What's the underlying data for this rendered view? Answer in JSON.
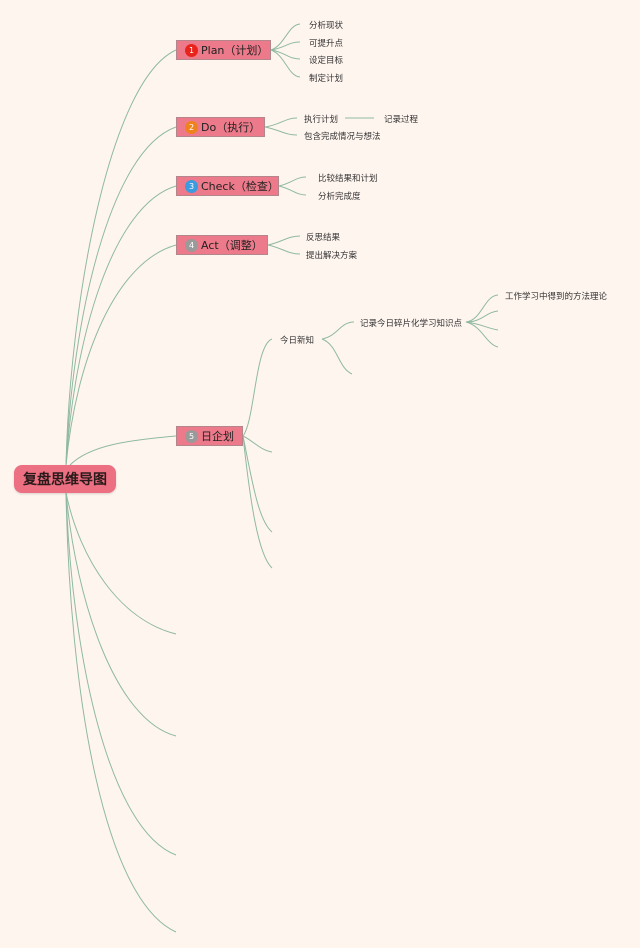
{
  "root": {
    "label": "复盘思维导图"
  },
  "branches": [
    {
      "label": "Plan（计划）",
      "marker": "1",
      "marker_color": "#e8231b",
      "children": [
        "分析现状",
        "可提升点",
        "设定目标",
        "制定计划"
      ]
    },
    {
      "label": "Do（执行）",
      "marker": "2",
      "marker_color": "#f0821e",
      "children": [
        "执行计划",
        "包含完成情况与想法"
      ],
      "grandchild": "记录过程"
    },
    {
      "label": "Check（检查）",
      "marker": "3",
      "marker_color": "#3a9be0",
      "children": [
        "比较结果和计划",
        "分析完成度"
      ]
    },
    {
      "label": "Act（调整）",
      "marker": "4",
      "marker_color": "#9a9a9a",
      "children": [
        "反思结果",
        "提出解决方案"
      ]
    },
    {
      "label": "日企划",
      "marker": "5",
      "marker_color": "#9a9a9a",
      "children": [
        "今日新知"
      ],
      "grandchild": "记录今日碎片化学习知识点",
      "great_grandchild": "工作学习中得到的方法理论"
    }
  ],
  "colors": {
    "background": "#fff5ef",
    "topic": "#ec7a8a",
    "root": "#ec6f82",
    "link": "#8fb9a2"
  }
}
